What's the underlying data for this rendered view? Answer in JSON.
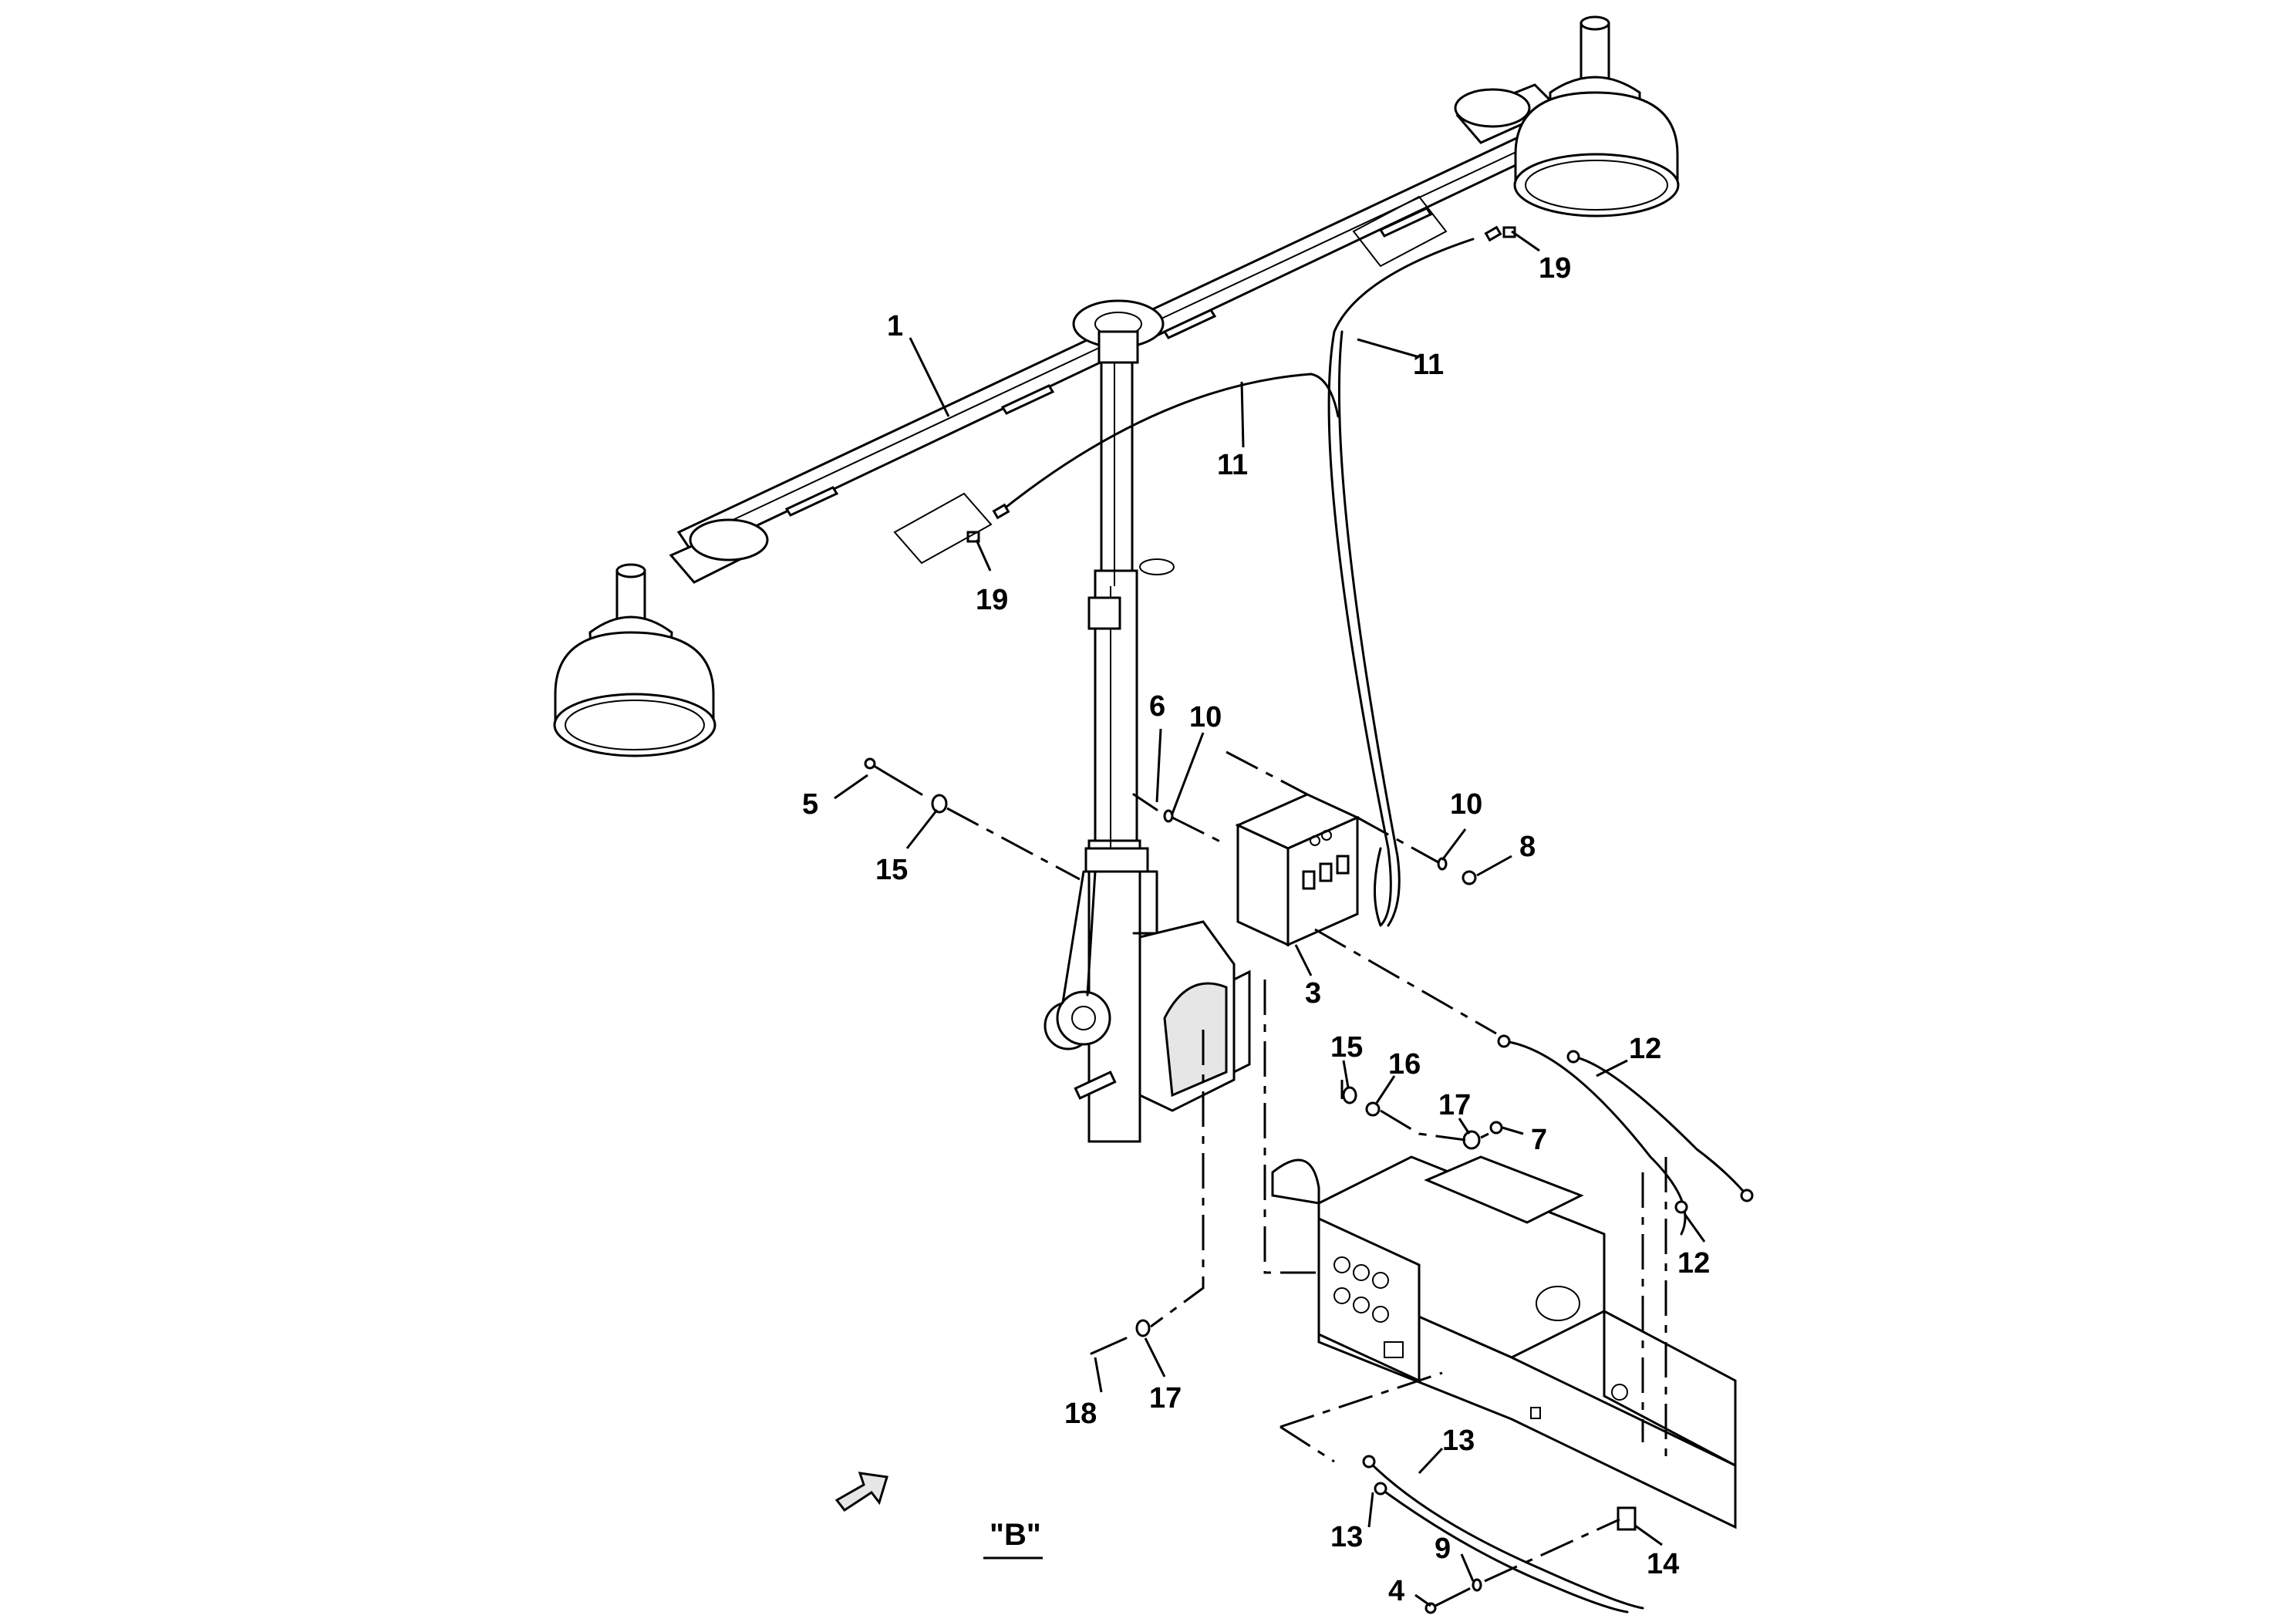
{
  "diagram": {
    "view_label": "\"B\"",
    "callouts": [
      "1",
      "3",
      "4",
      "5",
      "6",
      "7",
      "8",
      "9",
      "10",
      "10",
      "11",
      "11",
      "12",
      "12",
      "13",
      "13",
      "14",
      "15",
      "15",
      "16",
      "17",
      "17",
      "18",
      "19",
      "19"
    ]
  }
}
